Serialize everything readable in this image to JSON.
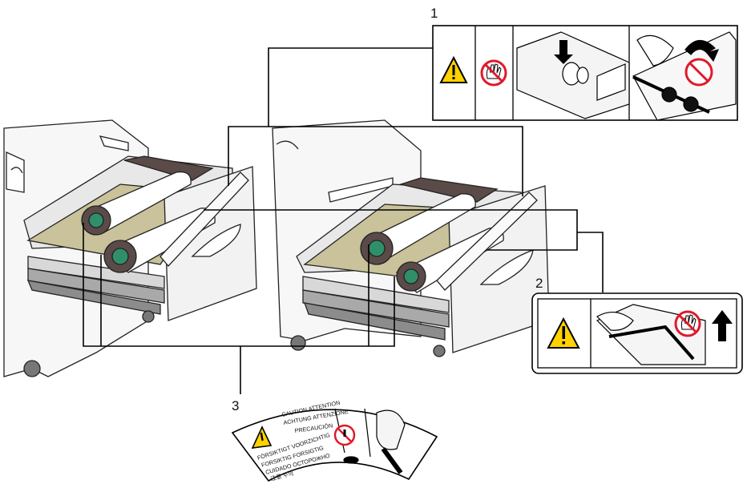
{
  "callouts": [
    {
      "number": "1"
    },
    {
      "number": "2"
    },
    {
      "number": "3"
    }
  ],
  "label3": {
    "lines": [
      "CAUTION  ATTENTION",
      "ACHTUNG  ATTENZIONE",
      "PRECAUCIÓN",
      "FÖRSIKTIGT  VOORZICHTIG",
      "FORSIKTIG  FORSIGTIG",
      "CUIDADO  OСТОРОЖНО",
      "注意  주의"
    ]
  },
  "icons": {
    "warning": "warning-triangle-icon",
    "no_touch": "no-touch-hand-icon",
    "arrow_up": "arrow-up-icon",
    "arrow_down": "arrow-down-icon"
  },
  "colors": {
    "warning_yellow": "#ffd200",
    "prohibit_red": "#e0192a",
    "paper_tan": "#c9c29a",
    "holder_teal": "#2f8f6a",
    "drawer_dark": "#5a4a48"
  }
}
